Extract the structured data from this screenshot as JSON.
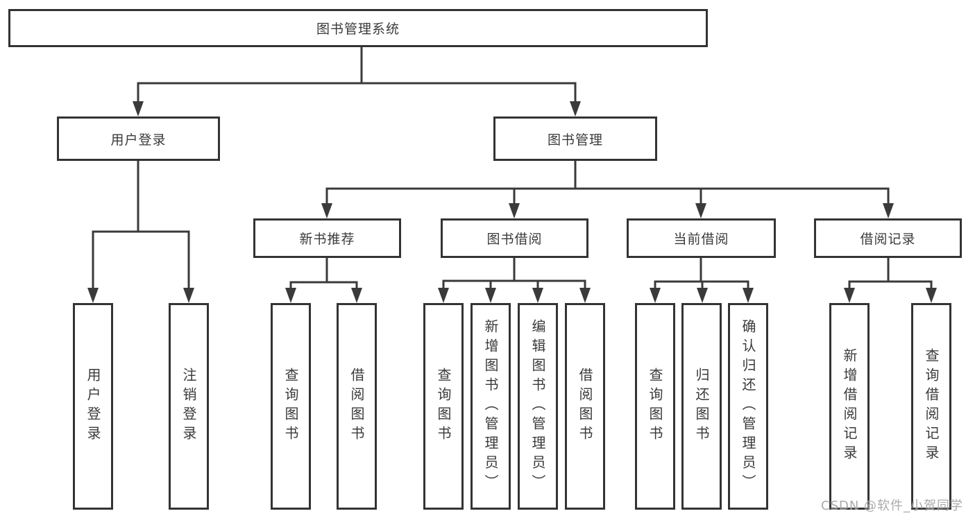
{
  "title": "图书管理系统",
  "level2": [
    "用户登录",
    "图书管理"
  ],
  "level3": [
    "新书推荐",
    "图书借阅",
    "当前借阅",
    "借阅记录"
  ],
  "leaves": {
    "login": [
      "用户登录",
      "注销登录"
    ],
    "recommend": [
      "查询图书",
      "借阅图书"
    ],
    "borrow": [
      "查询图书",
      "新增图书（管理员）",
      "编辑图书（管理员）",
      "借阅图书"
    ],
    "current": [
      "查询图书",
      "归还图书",
      "确认归还（管理员）"
    ],
    "records": [
      "新增借阅记录",
      "查询借阅记录"
    ]
  },
  "watermark": "CSDN @软件_小贺同学",
  "colors": {
    "line": "#3a3a3a",
    "box_border": "#333333",
    "text": "#3a3a3a",
    "watermark": "#9c9c9c",
    "background": "#ffffff"
  }
}
